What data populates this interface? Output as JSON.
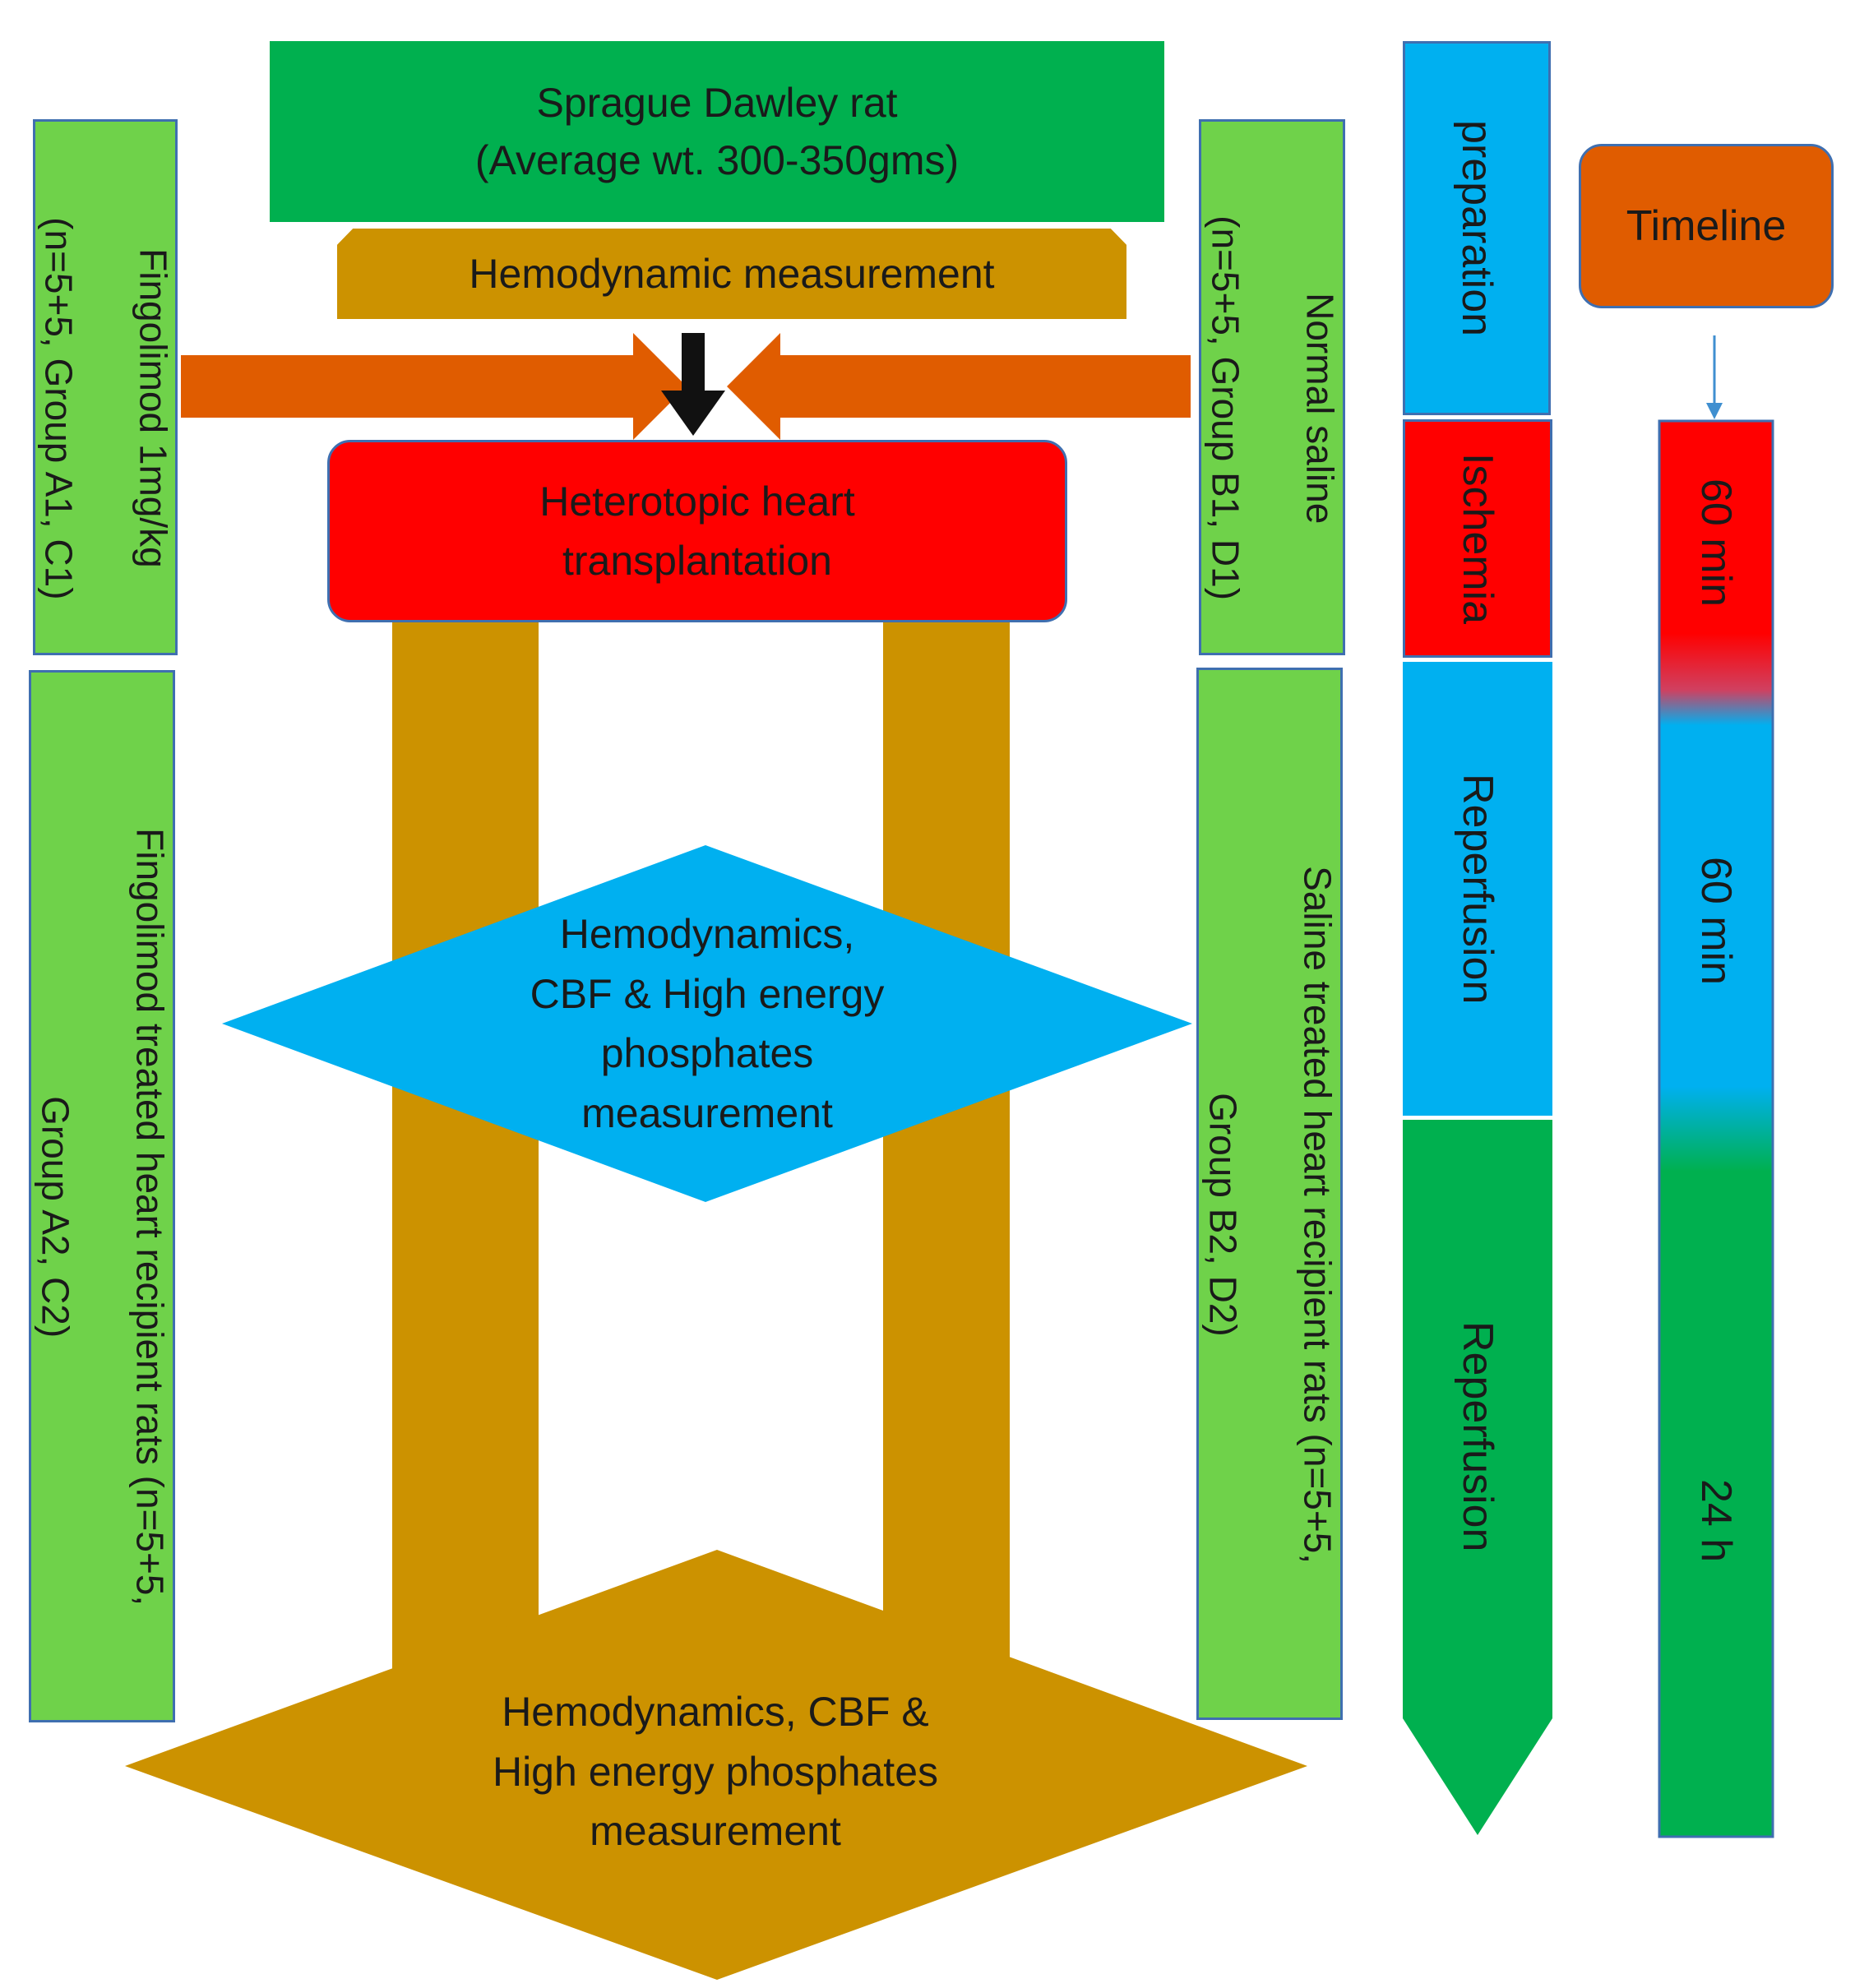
{
  "rat": {
    "line1": "Sprague Dawley rat",
    "line2": "(Average wt. 300-350gms)"
  },
  "hemodynamic_top": "Hemodynamic measurement",
  "transplant": {
    "line1": "Heterotopic heart",
    "line2": "transplantation"
  },
  "left_groups": {
    "top": {
      "line1": "Fingolimod 1mg/kg",
      "line2": "(n=5+5, Group A1, C1)"
    },
    "bottom": {
      "line1": "Fingolimod treated heart recipient rats (n=5+5,",
      "line2": "Group A2, C2)"
    }
  },
  "right_groups": {
    "top": {
      "line1": "Normal saline",
      "line2": "(n=5+5, Group B1, D1)"
    },
    "bottom": {
      "line1": "Saline treated heart recipient rats (n=5+5,",
      "line2": "Group B2, D2)"
    }
  },
  "diamond_blue": {
    "line1": "Hemodynamics,",
    "line2": "CBF & High energy",
    "line3": "phosphates",
    "line4": "measurement"
  },
  "diamond_brown": {
    "line1": "Hemodynamics,  CBF &",
    "line2": "High energy phosphates",
    "line3": "measurement"
  },
  "phases": {
    "preparation": "preparation",
    "ischemia": "Ischemia",
    "reperfusion1": "Reperfusion",
    "reperfusion2": "Reperfusion"
  },
  "timeline": {
    "label": "Timeline",
    "t1": "60 min",
    "t2": "60  min",
    "t3": "24 h"
  },
  "colors": {
    "green_dark": "#00b04f",
    "green_light": "#6fd24a",
    "brown": "#cc9200",
    "orange": "#e05c00",
    "red": "#ff0000",
    "blue": "#00b0f0",
    "border_blue": "#3f6fb0"
  }
}
